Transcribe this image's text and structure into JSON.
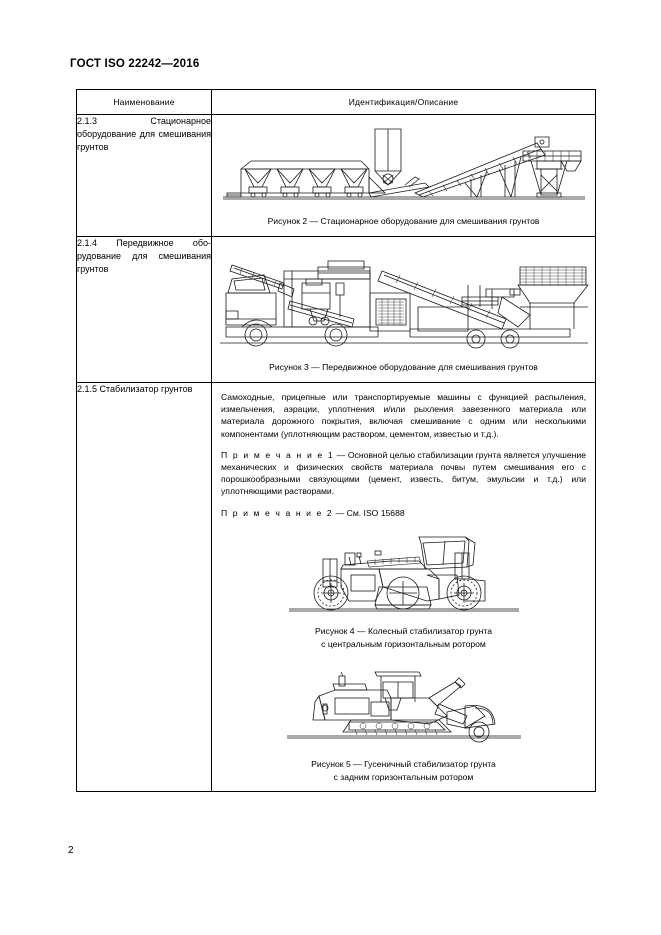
{
  "document": {
    "header": "ГОСТ ISO 22242—2016",
    "page_number": "2"
  },
  "table": {
    "columns": [
      {
        "id": "name",
        "label": "Наименование"
      },
      {
        "id": "description",
        "label": "Идентификация/Описание"
      }
    ],
    "rows": [
      {
        "name": "2.1.3  Стационарное оборудование для смешивания грунтов",
        "figure": {
          "kind": "stationary-mixing-plant-drawing",
          "caption": "Рисунок 2 — Стационарное оборудование для смешивания грунтов"
        }
      },
      {
        "name": "2.1.4  Передвижное обо­рудование для смеши­вания грунтов",
        "figure": {
          "kind": "mobile-mixing-plant-drawing",
          "caption": "Рисунок 3 — Передвижное оборудование для смешивания грунтов"
        }
      },
      {
        "name": "2.1.5  Стабилизатор грунтов",
        "definition": "Самоходные, прицепные или транспортируемые машины с функцией распыления, измельчения, аэрации, уплотнения и/или рыхления завезенного материала или материала дорожного покрытия, включая смешивание с одним или несколькими компонентами (уплотняющим раствором, цементом, известью и т.д.).",
        "notes": [
          {
            "label": "П р и м е ч а н и е  1",
            "dash": " — ",
            "text": "Основной целью стабилизации грунта является улучшение механических и физических свойств материала почвы путем смешивания его с порошкообразными связующими (цемент, известь, битум, эмульсии и т.д.) или уплотняющими растворами."
          },
          {
            "label": "П р и м е ч а н и е  2",
            "dash": " — ",
            "text": "См. ISO 15688"
          }
        ],
        "figures": [
          {
            "kind": "wheeled-soil-stabilizer-drawing",
            "caption_line1": "Рисунок 4 — Колесный стабилизатор грунта",
            "caption_line2": "с центральным горизонтальным ротором"
          },
          {
            "kind": "tracked-soil-stabilizer-drawing",
            "caption_line1": "Рисунок 5 — Гусеничный стабилизатор грунта",
            "caption_line2": "с задним горизонтальным ротором"
          }
        ]
      }
    ]
  },
  "colors": {
    "text": "#000000",
    "rule": "#000000",
    "page_background": "#ffffff"
  }
}
